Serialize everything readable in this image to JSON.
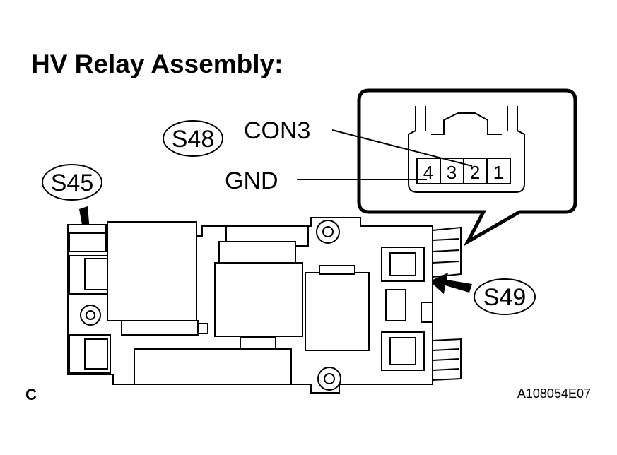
{
  "title": "HV Relay Assembly:",
  "connectors": {
    "s45": "S45",
    "s48": "S48",
    "s49": "S49"
  },
  "callout": {
    "con3_label": "CON3",
    "gnd_label": "GND",
    "pins": [
      "4",
      "3",
      "2",
      "1"
    ]
  },
  "footer": {
    "left_code": "C",
    "figure_id": "A108054E07"
  }
}
